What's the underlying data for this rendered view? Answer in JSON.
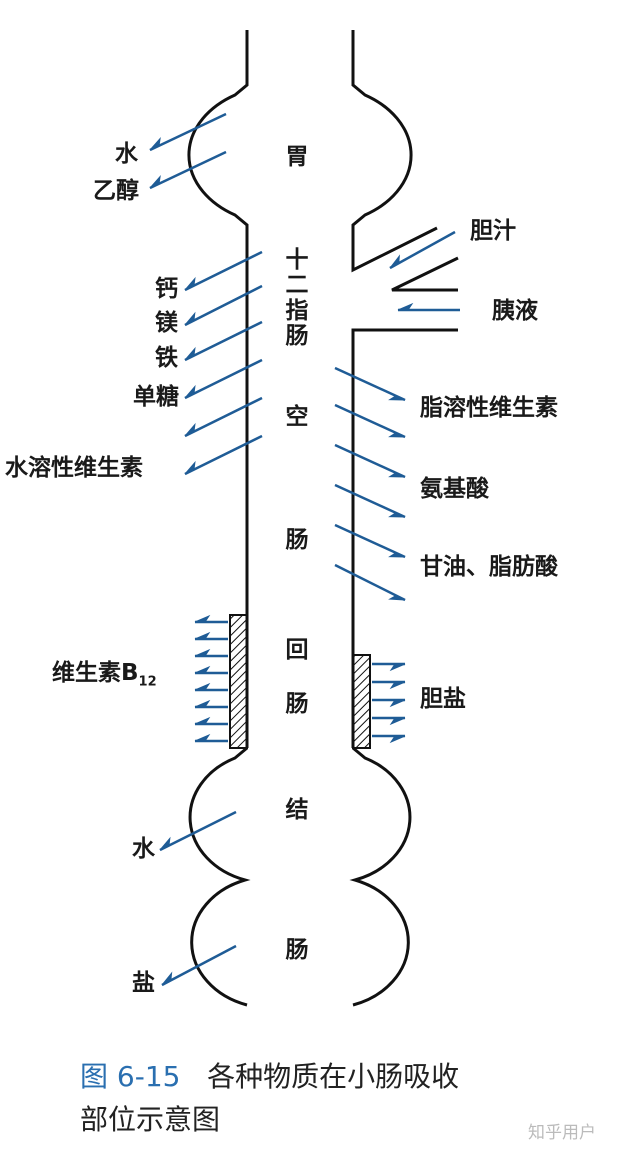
{
  "organs": {
    "stomach": "胃",
    "duodenum": "十二指肠",
    "jejunum_1": "空",
    "jejunum_2": "肠",
    "ileum_1": "回",
    "ileum_2": "肠",
    "colon_1": "结",
    "colon_2": "肠"
  },
  "labels": {
    "stomach_water": "水",
    "stomach_ethanol": "乙醇",
    "bile": "胆汁",
    "pancreatic_juice": "胰液",
    "calcium": "钙",
    "magnesium": "镁",
    "iron": "铁",
    "monosaccharide": "单糖",
    "water_soluble_vitamins": "水溶性维生素",
    "fat_soluble_vitamins": "脂溶性维生素",
    "amino_acids": "氨基酸",
    "glycerol_fatty_acids": "甘油、脂肪酸",
    "vitamin_b12": "维生素B",
    "vitamin_b12_sub": "12",
    "bile_salts": "胆盐",
    "colon_water": "水",
    "colon_salt": "盐"
  },
  "caption": {
    "figure_number": "图 6-15",
    "title_line1": "各种物质在小肠吸收",
    "title_line2": "部位示意图"
  },
  "watermark": "知乎用户",
  "colors": {
    "arrow": "#1f5c96",
    "line": "#111111",
    "caption_accent": "#2a6fb0"
  }
}
